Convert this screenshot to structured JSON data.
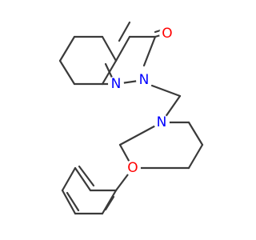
{
  "molecule": {
    "atoms": [
      {
        "element": "O",
        "label": "O",
        "color": "#ff0000"
      },
      {
        "element": "N",
        "label": "N",
        "color": "#0000ff"
      },
      {
        "element": "N",
        "label": "N",
        "color": "#0000ff"
      },
      {
        "element": "N",
        "label": "N",
        "color": "#0000ff"
      },
      {
        "element": "O",
        "label": "O",
        "color": "#ff0000"
      }
    ],
    "bond_color": "#3a3a3a",
    "background_color": "#ffffff"
  }
}
